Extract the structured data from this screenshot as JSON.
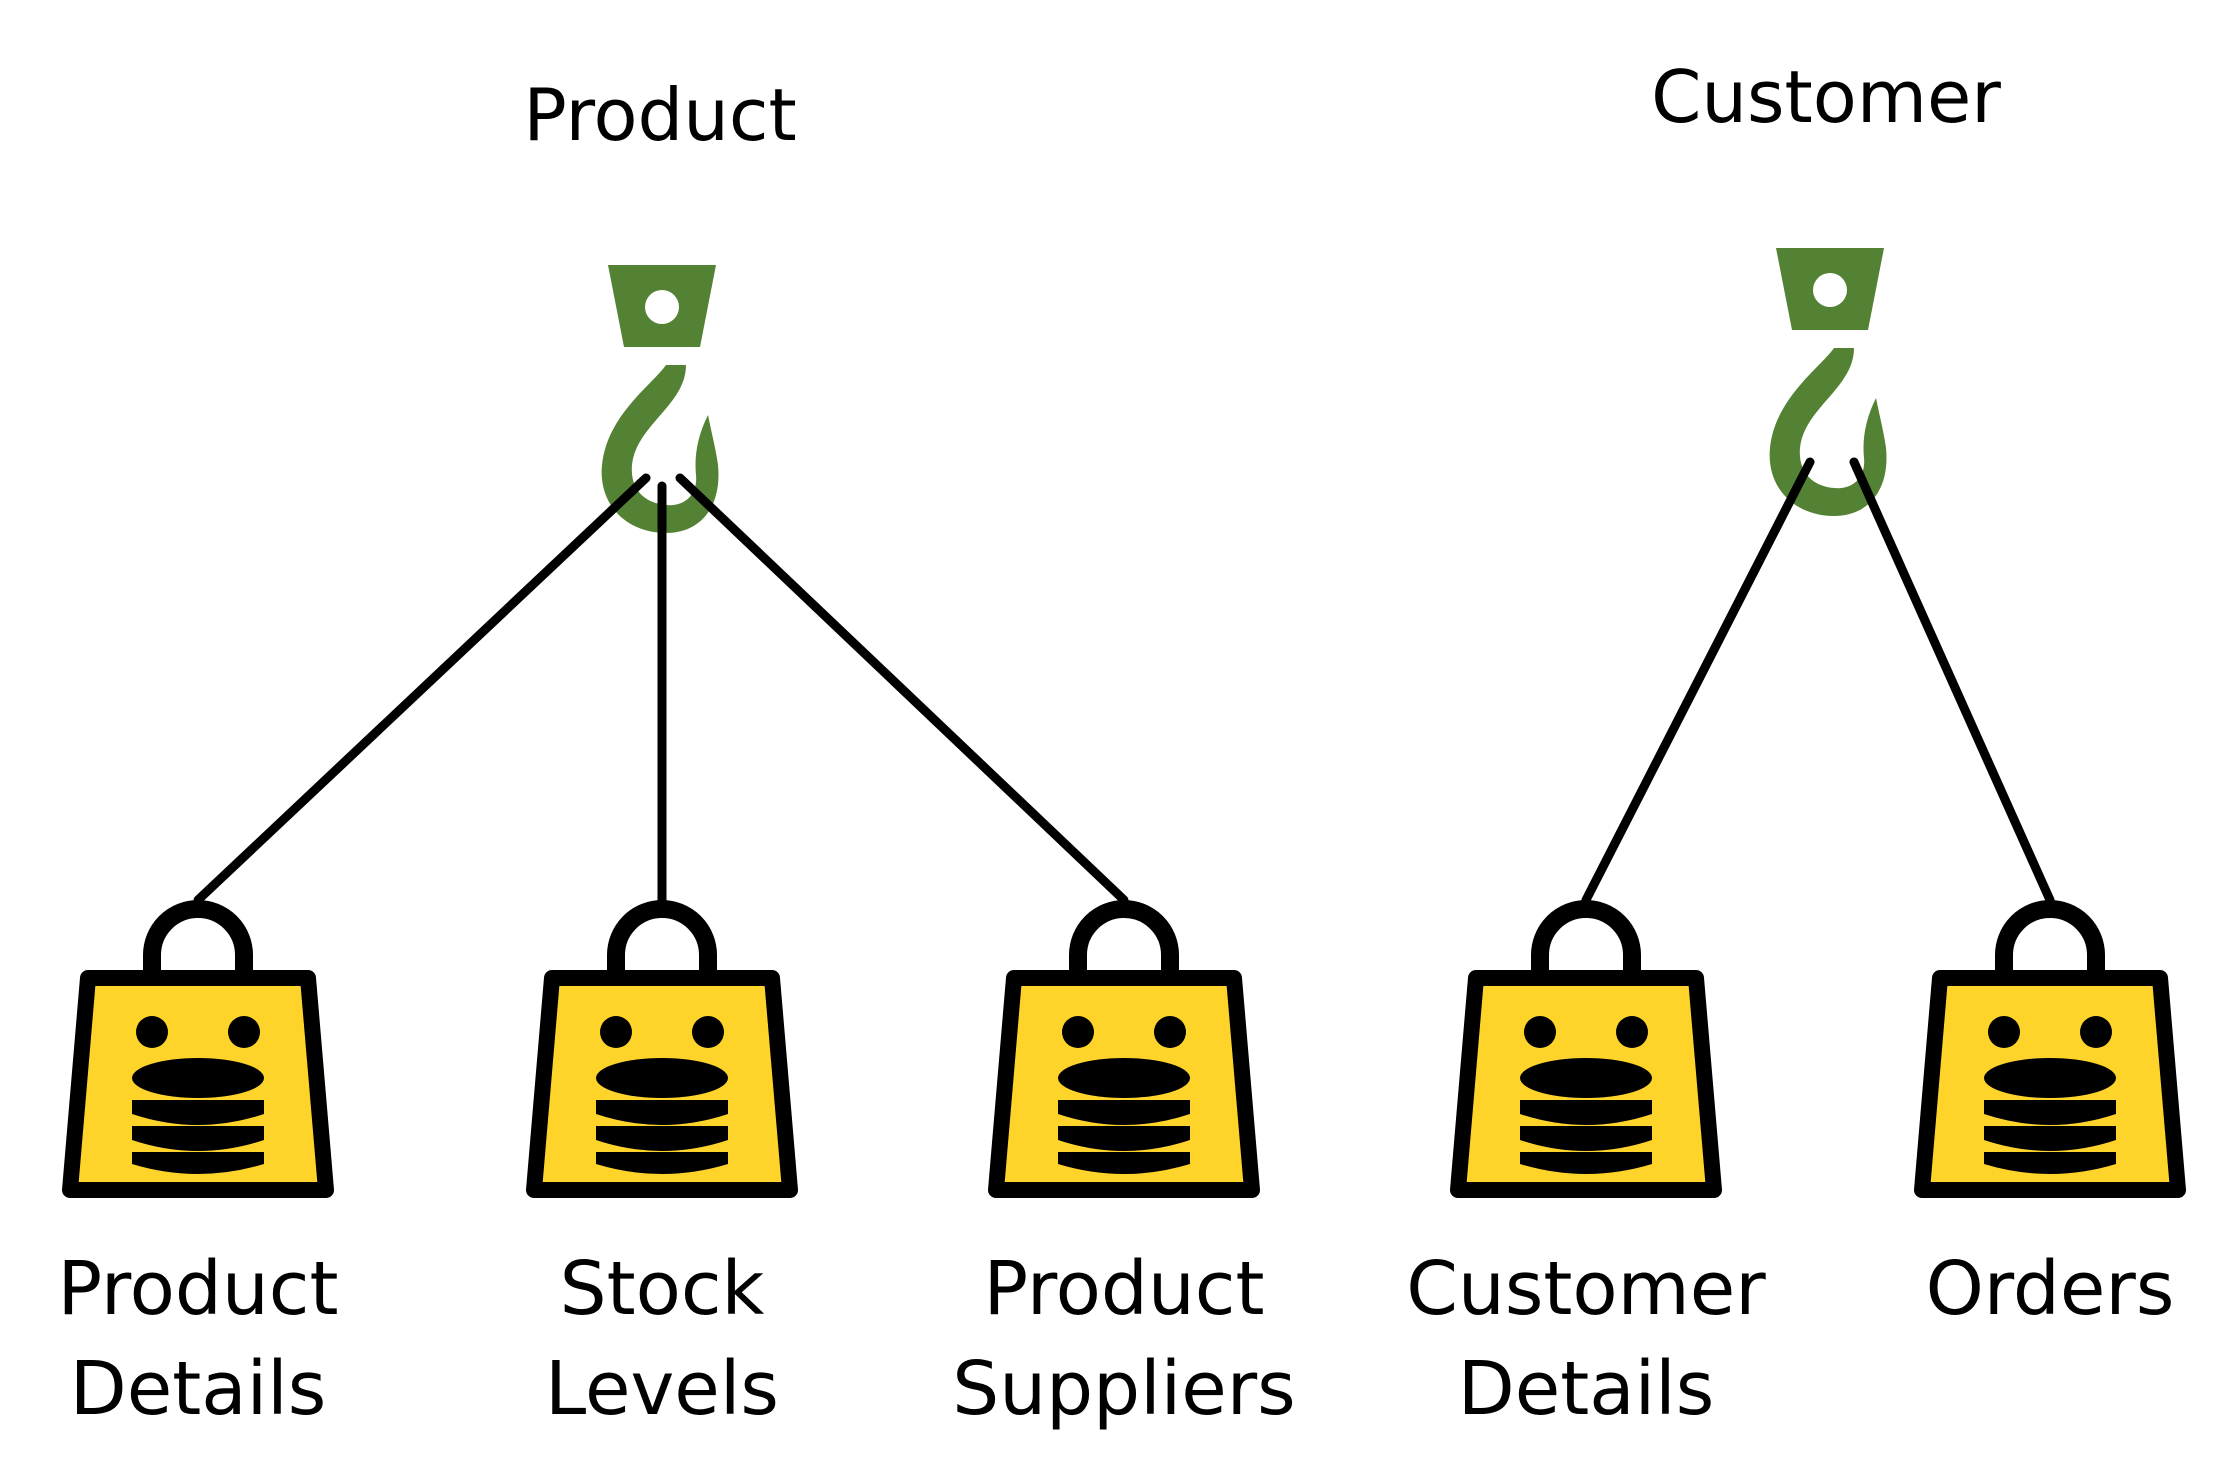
{
  "colors": {
    "hook": "#548235",
    "bag_fill": "#FFD42A",
    "outline": "#000000",
    "background": "#FFFFFF"
  },
  "groups": [
    {
      "title": "Product",
      "icon": "crane-hook-icon",
      "bags": [
        {
          "line1": "Product",
          "line2": "Details",
          "icon": "database-bag-icon"
        },
        {
          "line1": "Stock",
          "line2": "Levels",
          "icon": "database-bag-icon"
        },
        {
          "line1": "Product",
          "line2": "Suppliers",
          "icon": "database-bag-icon"
        }
      ]
    },
    {
      "title": "Customer",
      "icon": "crane-hook-icon",
      "bags": [
        {
          "line1": "Customer",
          "line2": "Details",
          "icon": "database-bag-icon"
        },
        {
          "line1": "Orders",
          "line2": "",
          "icon": "database-bag-icon"
        }
      ]
    }
  ]
}
